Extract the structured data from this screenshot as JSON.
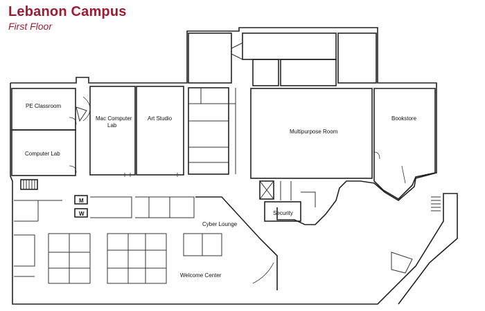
{
  "header": {
    "title": "Lebanon Campus",
    "subtitle": "First Floor"
  },
  "colors": {
    "title": "#9e1b32",
    "walls": "#222222"
  },
  "rooms": {
    "pe_classroom": "PE Classroom",
    "computer_lab": "Computer Lab",
    "mac_lab_line1": "Mac Computer",
    "mac_lab_line2": "Lab",
    "art_studio": "Art Studio",
    "multipurpose": "Multipurpose Room",
    "bookstore": "Bookstore",
    "security": "Security",
    "cyber_lounge": "Cyber Lounge",
    "welcome_center": "Welcome Center",
    "mens_restroom": "M",
    "womens_restroom": "W"
  }
}
